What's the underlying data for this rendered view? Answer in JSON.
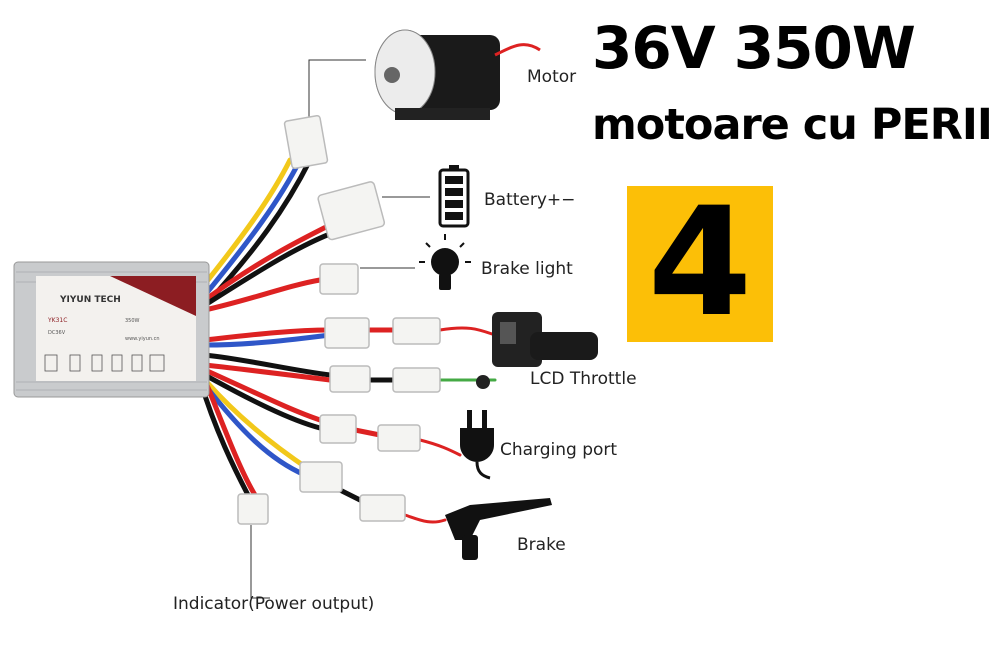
{
  "headline": {
    "line1": "36V 350W",
    "line2": "motoare cu PERII"
  },
  "badge": {
    "number": "4",
    "color": "#fcbf07"
  },
  "labels": {
    "motor": "Motor",
    "battery": "Battery+−",
    "brake_light": "Brake light",
    "throttle": "LCD Throttle",
    "charging_port": "Charging port",
    "brake": "Brake",
    "indicator": "Indicator(Power output)"
  },
  "controller": {
    "brand": "YIYUN TECH",
    "model": "YK31C",
    "voltage": "DC36V",
    "power": "350W",
    "website": "www.yiyun.cn"
  },
  "icons": [
    "motor-icon",
    "battery-icon",
    "bulb-icon",
    "throttle-icon",
    "plug-icon",
    "brake-lever-icon",
    "controller-icon"
  ]
}
